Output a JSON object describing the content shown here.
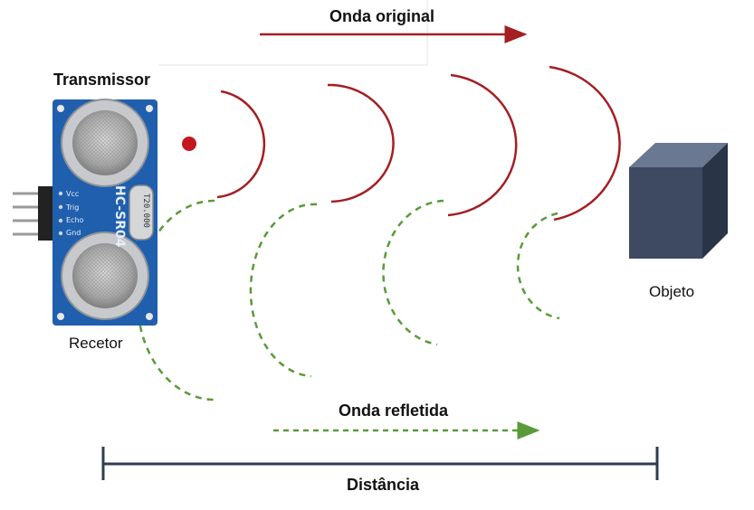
{
  "labels": {
    "original_wave": "Onda original",
    "transmitter": "Transmissor",
    "receiver": "Recetor",
    "object": "Objeto",
    "reflected_wave": "Onda refletida",
    "distance": "Distância"
  },
  "sensor": {
    "model_text": "HC-SR04",
    "crystal_text": "T20.000",
    "pins": [
      "Vcc",
      "Trig",
      "Echo",
      "Gnd"
    ]
  },
  "colors": {
    "original_wave": "#a41e22",
    "reflected_wave": "#5a9a3a",
    "distance_bar": "#2e3d52",
    "object_front": "#3d4a61",
    "object_top": "#6a7892",
    "object_side": "#2a3447",
    "board": "#1f5fae",
    "emitter_dot": "#c4161c"
  }
}
